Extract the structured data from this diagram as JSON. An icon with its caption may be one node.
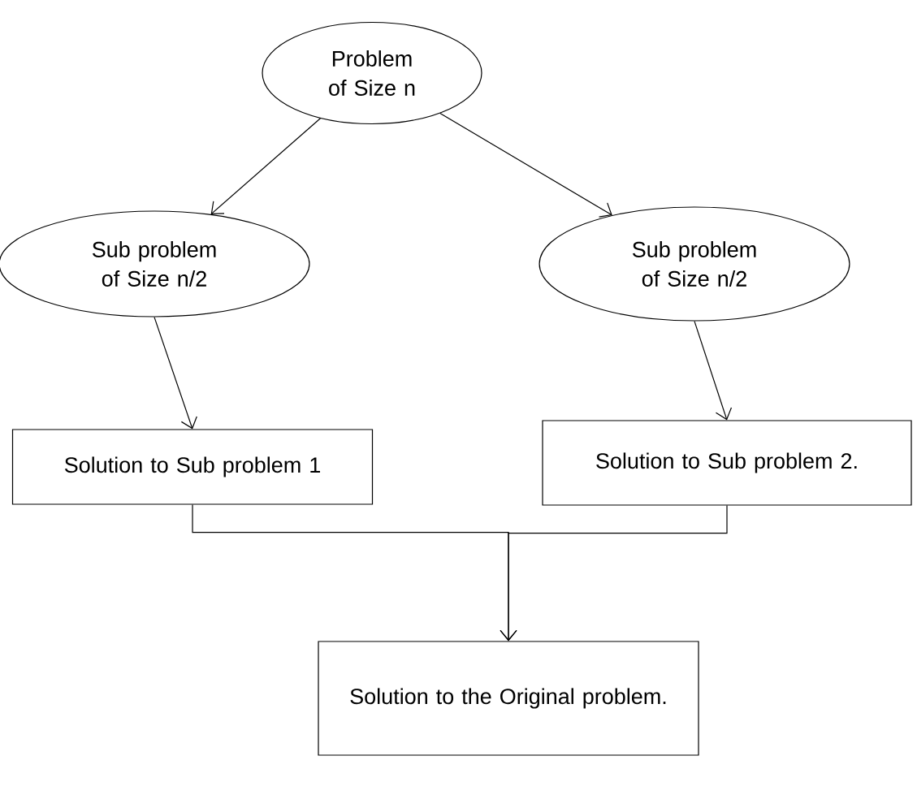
{
  "diagram": {
    "nodes": [
      {
        "text": [
          "Problem of Size n"
        ]
      },
      {
        "text": [
          "Sub problem of Size n/2"
        ]
      },
      {
        "text": [
          "Sub problem of Size n/2"
        ]
      },
      {
        "text": [
          "Solution to Sub problem 1"
        ]
      },
      {
        "text": [
          "Solution to Sub problem 2."
        ]
      },
      {
        "text": [
          "Solution to the Original problem."
        ]
      }
    ],
    "edges": [
      {
        "from": 0,
        "to": 1,
        "arrow": "to"
      },
      {
        "from": 0,
        "to": 2,
        "arrow": "to"
      },
      {
        "from": 1,
        "to": 3,
        "arrow": "to"
      },
      {
        "from": 2,
        "to": 4,
        "arrow": "to"
      },
      {
        "from": 3,
        "to": 5,
        "arrow": "to"
      },
      {
        "from": 4,
        "to": 5,
        "arrow": "to"
      }
    ]
  }
}
